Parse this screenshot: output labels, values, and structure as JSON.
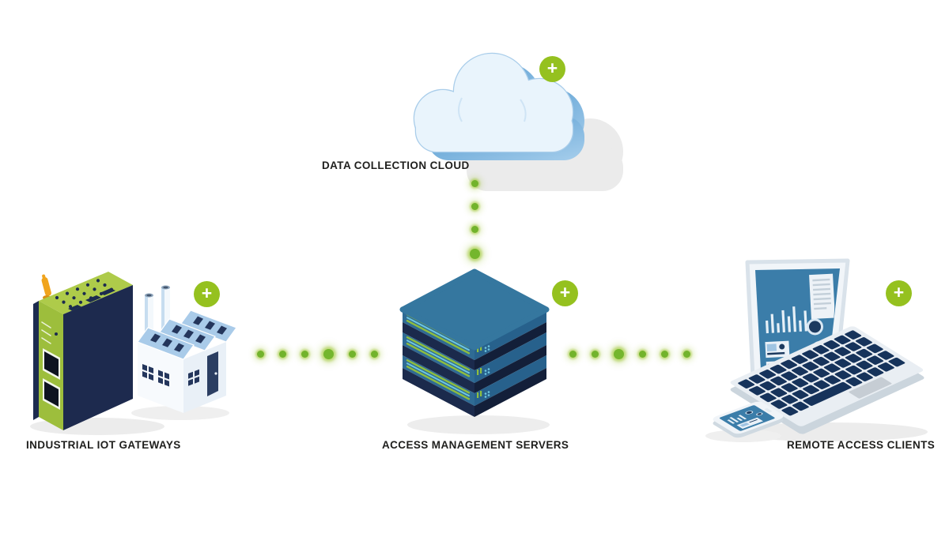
{
  "palette": {
    "accent_green": "#95C11F",
    "dot_green": "#72B32C",
    "label_text": "#1F1F1D",
    "server_blue": "#35779F",
    "navy": "#1B2A4C",
    "screen_blue": "#3B7DA9",
    "gateway_lime": "#9DBE3C",
    "cloud_face": "#E9F4FC",
    "cloud_side": "#4F97CE"
  },
  "diagram": {
    "nodes": [
      {
        "id": "data-collection-cloud",
        "label": "DATA COLLECTION CLOUD",
        "icon": "cloud-icon",
        "add_button_label": "+"
      },
      {
        "id": "industrial-iot-gateways",
        "label": "INDUSTRIAL IOT GATEWAYS",
        "icon": "iot-gateway-factory-icon",
        "add_button_label": "+"
      },
      {
        "id": "access-management-servers",
        "label": "ACCESS MANAGEMENT SERVERS",
        "icon": "server-stack-icon",
        "add_button_label": "+"
      },
      {
        "id": "remote-access-clients",
        "label": "REMOTE ACCESS CLIENTS",
        "icon": "laptop-smartphone-icon",
        "add_button_label": "+"
      }
    ],
    "connections": [
      {
        "from": "access-management-servers",
        "to": "data-collection-cloud",
        "orientation": "vertical",
        "dots": 4,
        "big_dot": 4
      },
      {
        "from": "industrial-iot-gateways",
        "to": "access-management-servers",
        "orientation": "horizontal",
        "dots": 6,
        "big_dot": 4
      },
      {
        "from": "access-management-servers",
        "to": "remote-access-clients",
        "orientation": "horizontal",
        "dots": 6,
        "big_dot": 3
      }
    ]
  }
}
